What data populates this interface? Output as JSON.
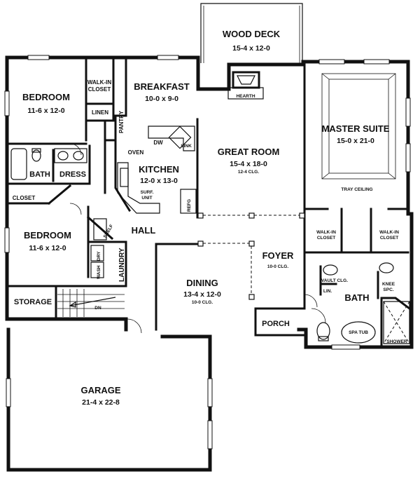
{
  "rooms": {
    "wood_deck": {
      "name": "WOOD DECK",
      "dims": "15-4 x 12-0"
    },
    "breakfast": {
      "name": "BREAKFAST",
      "dims": "10-0 x 9-0"
    },
    "bedroom1": {
      "name": "BEDROOM",
      "dims": "11-6 x 12-0"
    },
    "bedroom2": {
      "name": "BEDROOM",
      "dims": "11-6 x 12-0"
    },
    "master": {
      "name": "MASTER SUITE",
      "dims": "15-0 x 21-0"
    },
    "great_room": {
      "name": "GREAT ROOM",
      "dims": "15-4 x 18-0",
      "note": "12-4 CLG."
    },
    "kitchen": {
      "name": "KITCHEN",
      "dims": "12-0 x 13-0"
    },
    "dining": {
      "name": "DINING",
      "dims": "13-4 x 12-0",
      "note": "10-0 CLG."
    },
    "foyer": {
      "name": "FOYER",
      "note": "10-0 CLG."
    },
    "garage": {
      "name": "GARAGE",
      "dims": "21-4 x 22-8"
    },
    "hall": {
      "name": "HALL"
    },
    "porch": {
      "name": "PORCH"
    },
    "storage": {
      "name": "STORAGE"
    },
    "laundry": {
      "name": "LAUNDRY"
    },
    "bath_master": {
      "name": "BATH"
    },
    "bath": {
      "name": "BATH"
    },
    "dress": {
      "name": "DRESS"
    }
  },
  "labels": {
    "walkin_closet_top": [
      "WALK-IN",
      "CLOSET"
    ],
    "linen": "LINEN",
    "pantry": "PANTRY",
    "oven": "OVEN",
    "dw": "DW",
    "sink": "SINK",
    "surf_unit": [
      "SURF.",
      "UNIT"
    ],
    "refg": "REFG",
    "closet": "CLOSET",
    "shelf": "SHELF",
    "wash": "WASH",
    "dry": "DRY",
    "dn": "DN",
    "hearth": "HEARTH",
    "tray_ceiling": "TRAY CEILING",
    "walkin_closet_left": [
      "WALK-IN",
      "CLOSET"
    ],
    "walkin_closet_right": [
      "WALK-IN",
      "CLOSET"
    ],
    "vault_clg": "VAULT CLG.",
    "lin": "LIN.",
    "knee_spc": [
      "KNEE",
      "SPC."
    ],
    "spa_tub": "SPA TUB",
    "shower": "SHOWER"
  }
}
